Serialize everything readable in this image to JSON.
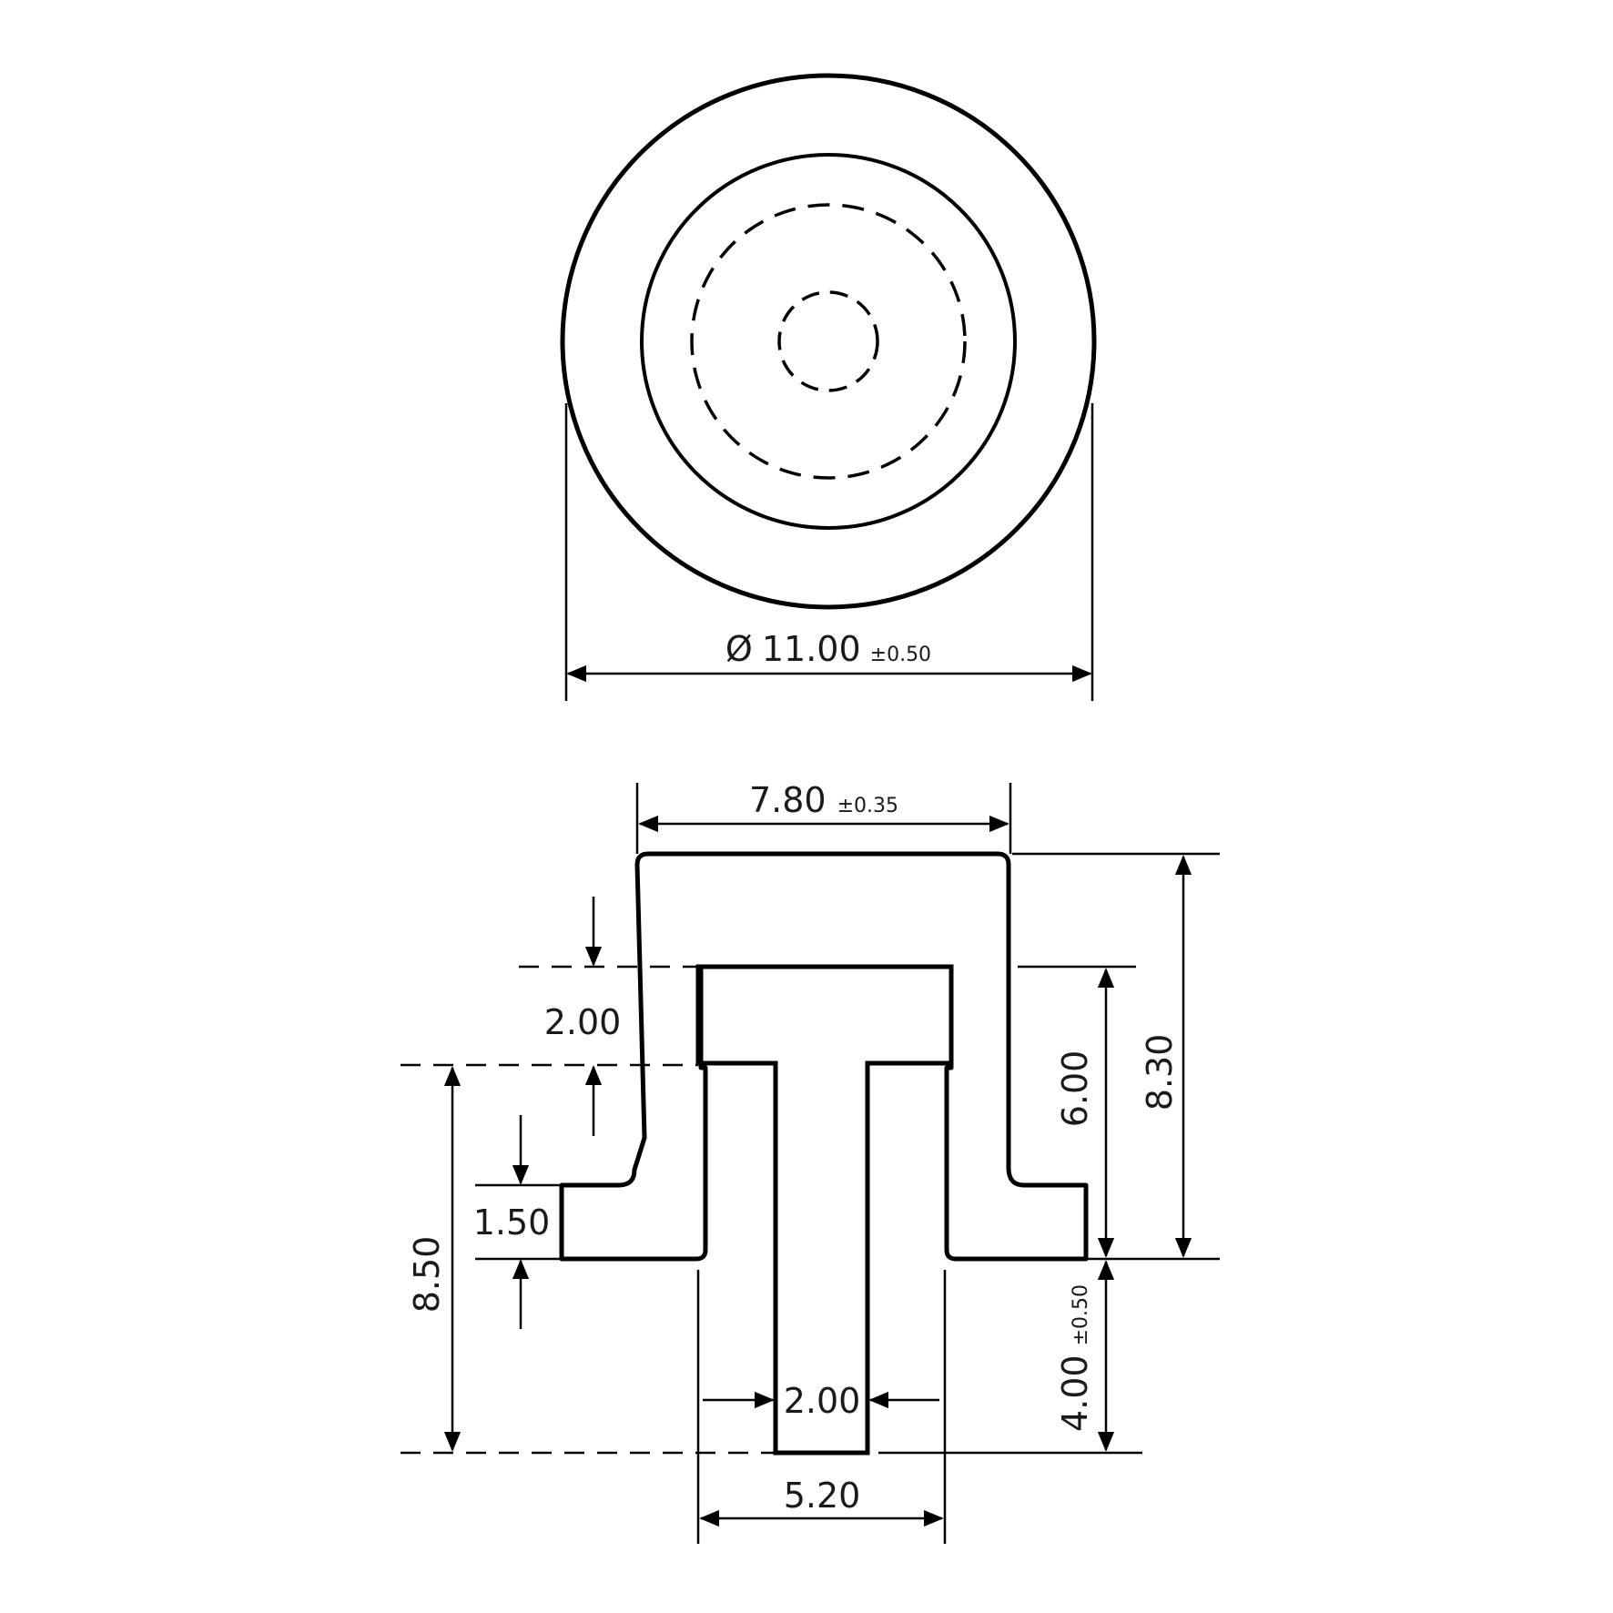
{
  "top_view": {
    "diameter_symbol": "Ø",
    "diameter_value": "11.00",
    "diameter_tolerance": "±0.50"
  },
  "side_view": {
    "top_width": "7.80",
    "top_width_tolerance": "±0.35",
    "cap_height": "2.00",
    "flange_thickness": "1.50",
    "overall_left_height": "8.50",
    "inner_height": "6.00",
    "body_height": "8.30",
    "pin_length": "4.00",
    "pin_length_tolerance": "±0.50",
    "pin_width": "2.00",
    "stem_width": "5.20"
  },
  "colors": {
    "line": "#000000",
    "text": "#1a1a1a",
    "background": "#ffffff"
  }
}
